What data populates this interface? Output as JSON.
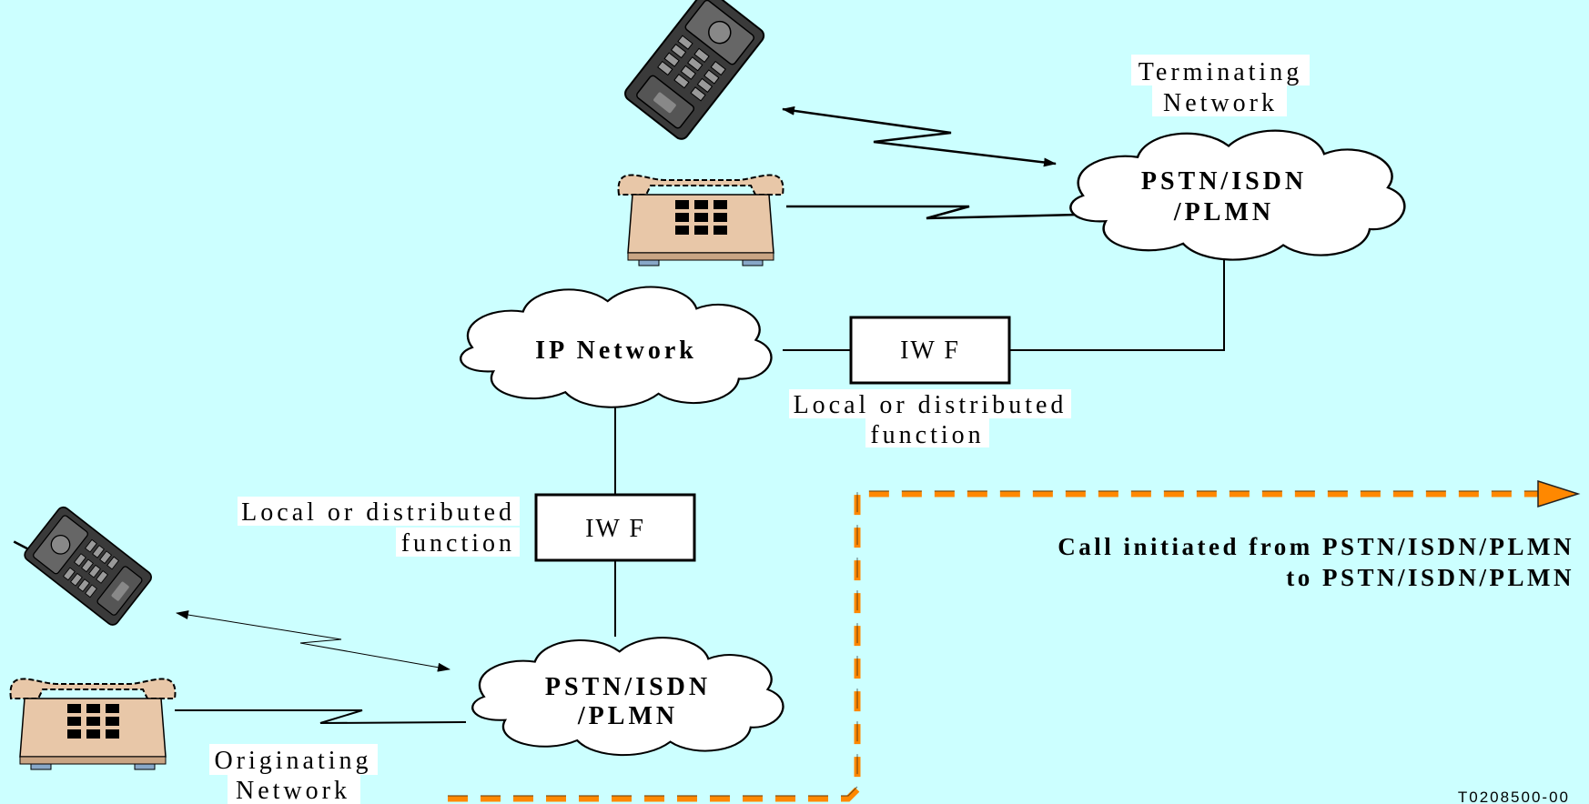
{
  "clouds": {
    "terminating_pstn": {
      "line1": "PSTN/ISDN",
      "line2": "/PLMN"
    },
    "ip_network": {
      "label": "IP Network"
    },
    "originating_pstn": {
      "line1": "PSTN/ISDN",
      "line2": "/PLMN"
    }
  },
  "network_labels": {
    "terminating": {
      "line1": "Terminating",
      "line2": "Network"
    },
    "originating": {
      "line1": "Originating",
      "line2": "Network"
    }
  },
  "iwf_boxes": [
    {
      "label": "IW F",
      "note_line1": "Local or distributed",
      "note_line2": "function"
    },
    {
      "label": "IW F",
      "note_line1": "Local or distributed",
      "note_line2": "function"
    }
  ],
  "call_path": {
    "line1": "Call initiated from PSTN/ISDN/PLMN",
    "line2": "to PSTN/ISDN/PLMN",
    "color": "#ff8800"
  },
  "reference": "T0208500-00",
  "colors": {
    "background": "#ccffff",
    "phone_body": "#e8c7a8",
    "phone_shadow": "#c9a584",
    "mobile_body": "#333333"
  },
  "icons": [
    "mobile-phone-icon",
    "desk-telephone-icon",
    "cloud-icon",
    "arrowhead-icon"
  ]
}
